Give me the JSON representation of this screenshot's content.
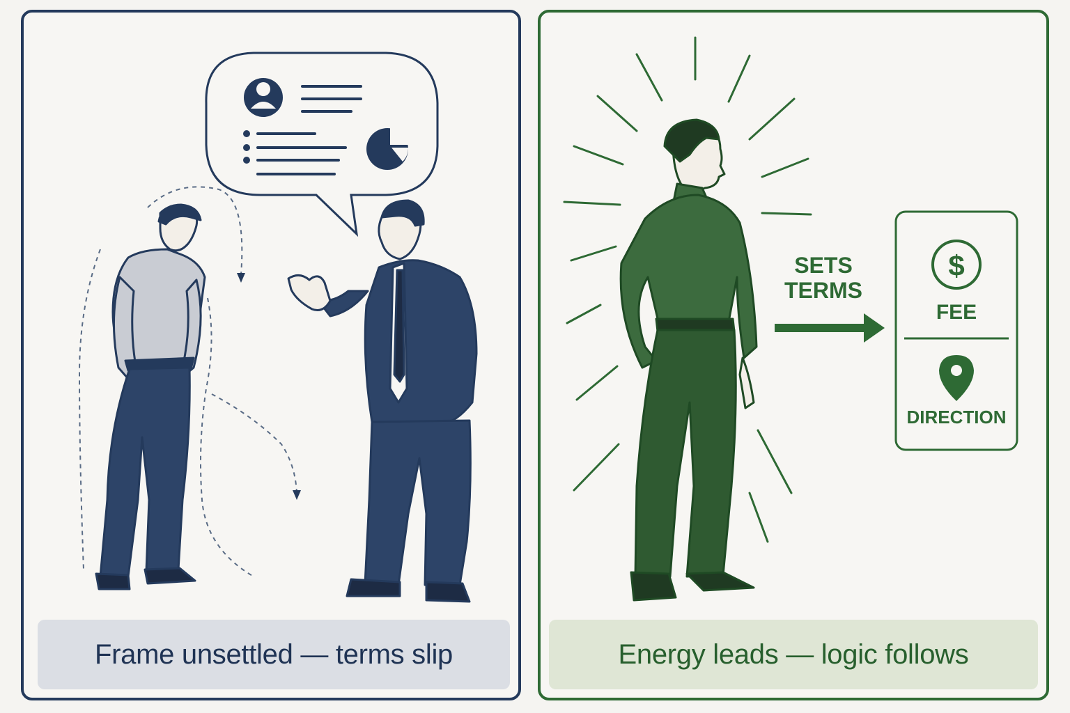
{
  "left_panel": {
    "caption": "Frame unsettled — terms slip"
  },
  "right_panel": {
    "caption": "Energy leads — logic follows",
    "arrow_label_line1": "SETS",
    "arrow_label_line2": "TERMS",
    "card": {
      "fee_label": "FEE",
      "direction_label": "DIRECTION"
    }
  },
  "colors": {
    "navy": "#243a5c",
    "green": "#2e6a34",
    "light_grey_shirt": "#c9ccd3",
    "dark_green_shirt": "#3c6b3e"
  },
  "icons": [
    "person-icon",
    "pie-chart-icon",
    "dollar-icon",
    "location-pin-icon",
    "arrow-right-icon"
  ]
}
